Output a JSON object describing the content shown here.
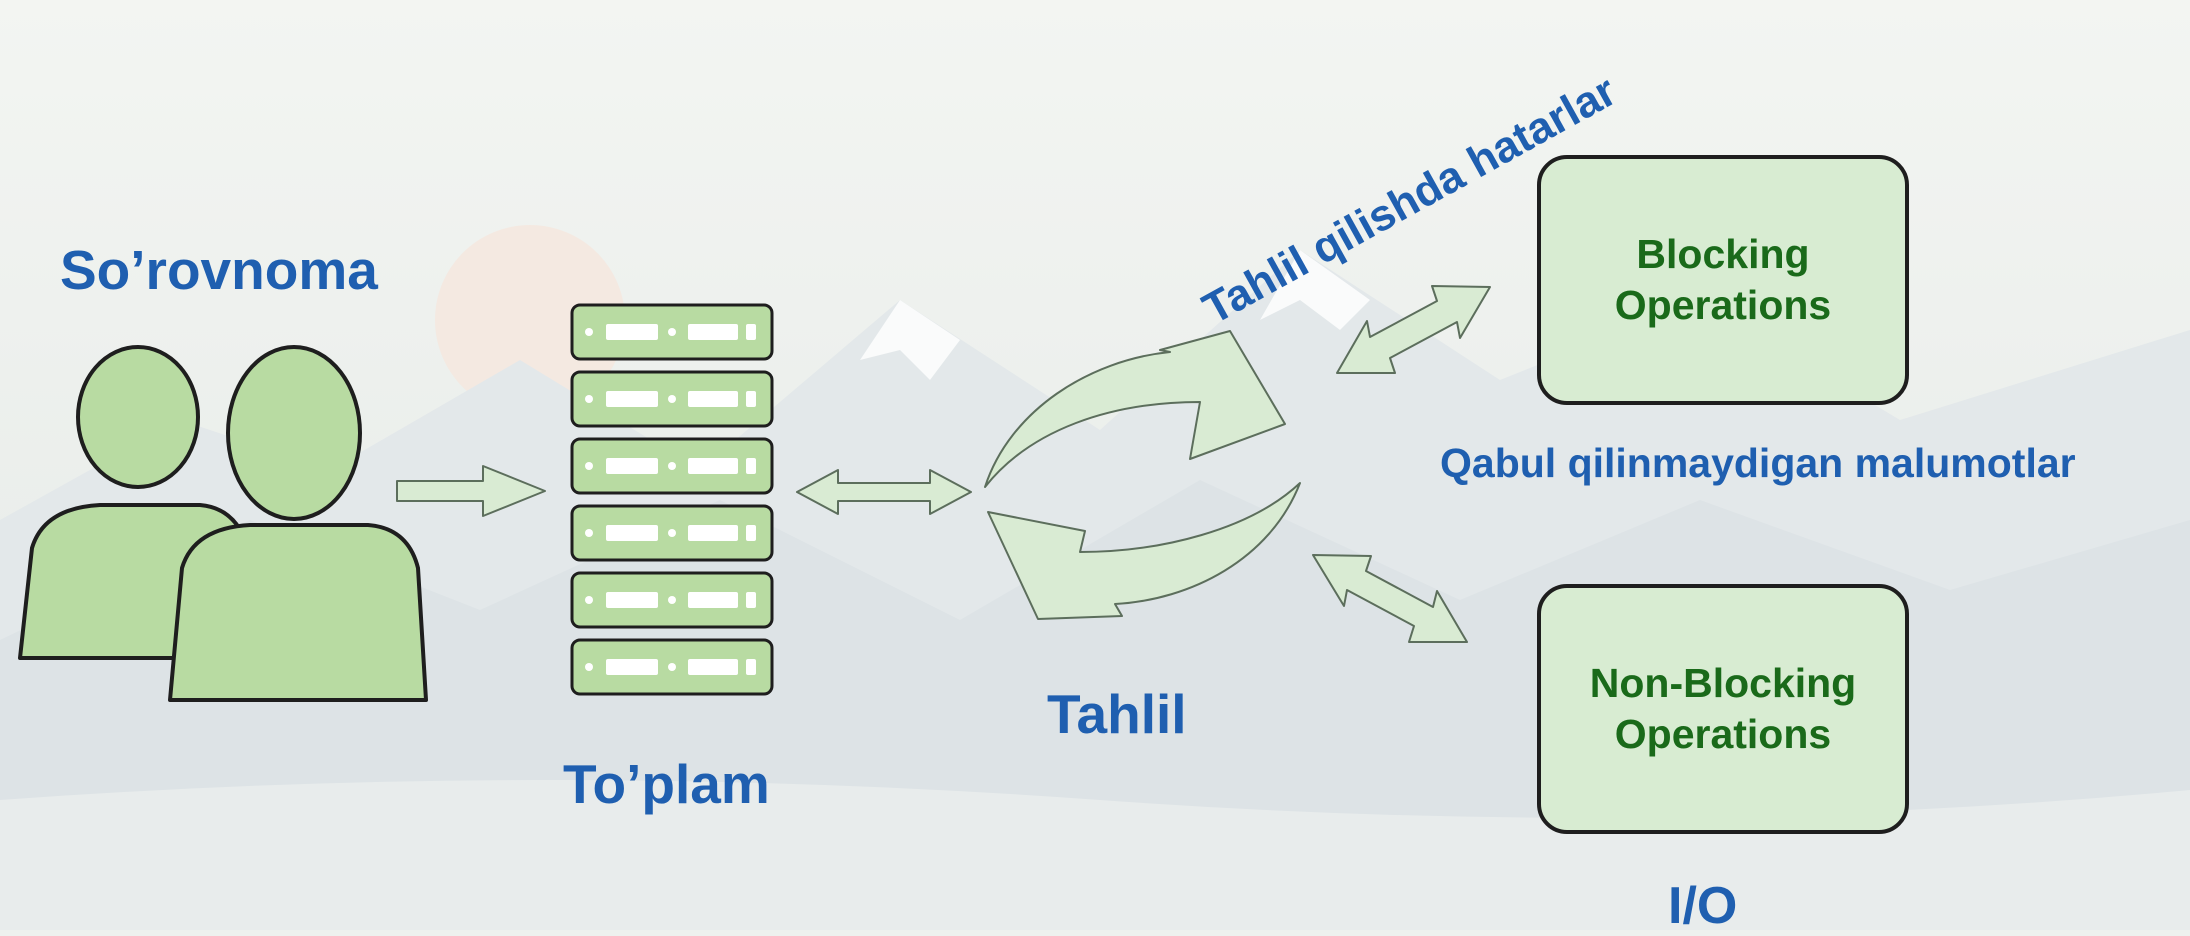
{
  "labels": {
    "survey": "So’rovnoma",
    "cluster": "To’plam",
    "analysis": "Tahlil",
    "analysis_errors": "Tahlil qilishda hatarlar",
    "unaccepted_data": "Qabul qilinmaydigan malumotlar",
    "io": "I/O"
  },
  "boxes": {
    "blocking": "Blocking\nOperations",
    "non_blocking": "Non-Blocking\nOperations"
  },
  "colors": {
    "label_blue": "#1f5fb0",
    "box_text_green": "#1a6a1a",
    "shape_fill": "#b8dba2",
    "box_fill": "#d8ecd2",
    "arrow_fill": "#d9ebd3",
    "outline": "#1e1e1e"
  },
  "icons": [
    "users-icon",
    "server-rack-icon",
    "cycle-arrows-icon",
    "double-arrow-icon"
  ]
}
